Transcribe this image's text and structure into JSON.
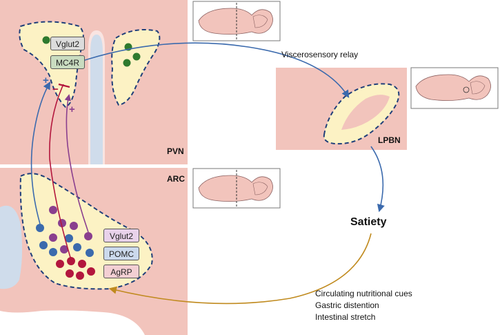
{
  "colors": {
    "tissue": "#f2c4bc",
    "nucleus": "#fcf2c4",
    "border": "#1f3f7a",
    "pomc": "#3b6aad",
    "agrp": "#b3163d",
    "vglut2": "#8a3f8e",
    "pvn_cell": "#2e7a2e",
    "satiety_arrow": "#c08a1e",
    "relay_arrow": "#3b6aad"
  },
  "regions": {
    "pvn": "PVN",
    "arc": "ARC",
    "lpbn": "LPBN"
  },
  "pvn_markers": [
    {
      "label": "Vglut2",
      "color": "#dcdcdc"
    },
    {
      "label": "MC4R",
      "color": "#c9dcc0"
    }
  ],
  "arc_markers": [
    {
      "label": "Vglut2",
      "color": "#e8d2ea"
    },
    {
      "label": "POMC",
      "color": "#cbd9ec"
    },
    {
      "label": "AgRP",
      "color": "#f3cfd3"
    }
  ],
  "signs": {
    "pomc_to_mc4r": "+",
    "agrp_to_mc4r": "−",
    "vglut2_to_pvn": "+"
  },
  "relay_label": "Viscerosensory relay",
  "satiety_label": "Satiety",
  "cues": [
    "Circulating nutritional cues",
    "Gastric distention",
    "Intestinal stretch"
  ],
  "icons": [
    "brain-sagittal-icon-pvn",
    "brain-sagittal-icon-lpbn",
    "brain-sagittal-icon-arc"
  ]
}
